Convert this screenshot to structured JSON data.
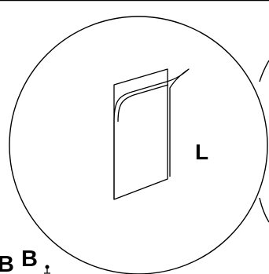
{
  "labels": {
    "circle_label": "L",
    "bottom_label_1": "B",
    "bottom_label_2": "B"
  },
  "colors": {
    "stroke": "#000000",
    "background": "#ffffff"
  }
}
